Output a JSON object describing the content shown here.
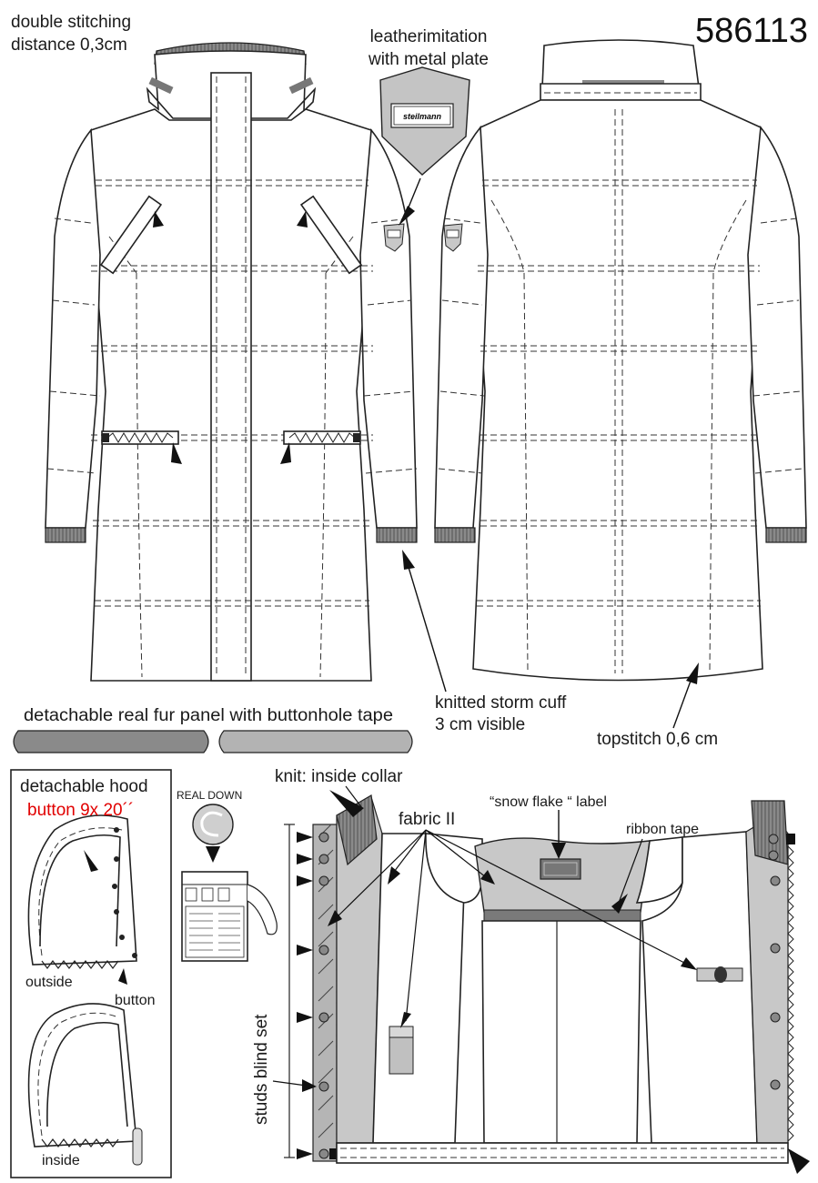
{
  "article_number": "586113",
  "labels": {
    "double_stitching_1": "double stitching",
    "double_stitching_2": "distance 0,3cm",
    "leather_1": "leatherimitation",
    "leather_2": "with metal plate",
    "plate_text": "steilmann",
    "storm_cuff_1": "knitted storm cuff",
    "storm_cuff_2": "3 cm visible",
    "topstitch": "topstitch 0,6 cm",
    "fur_panel": "detachable real fur panel with buttonhole tape",
    "hood_title": "detachable hood",
    "hood_button": "button 9x 20´´",
    "outside": "outside",
    "button": "button",
    "inside": "inside",
    "real_down": "REAL  DOWN",
    "knit_collar": "knit: inside collar",
    "fabric_ii": "fabric II",
    "snow_label": "“snow flake “ label",
    "ribbon_tape": "ribbon tape",
    "studs": "studs blind set"
  },
  "colors": {
    "accent_red": "#e10000",
    "panel_grey": "#c8c8c8",
    "knit_grey": "#7a7a7a"
  }
}
